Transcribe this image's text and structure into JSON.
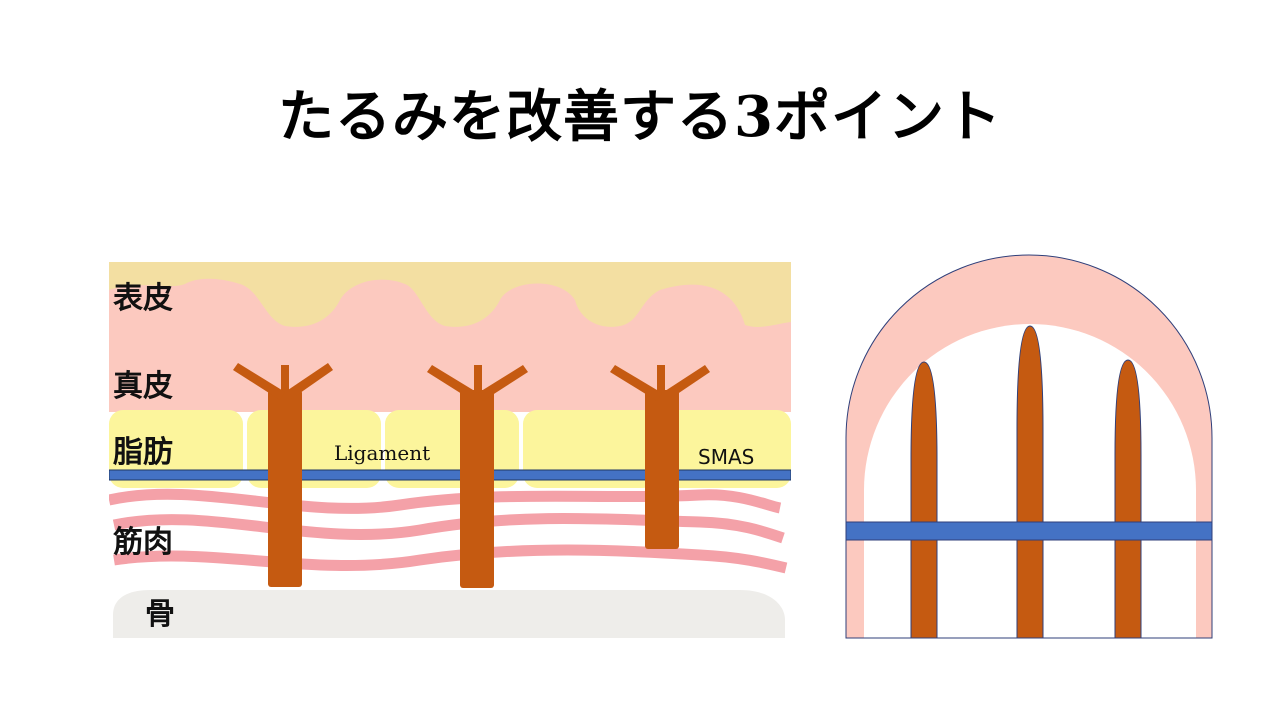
{
  "title": "たるみを改善する3ポイント",
  "layers": {
    "epidermis": "表皮",
    "dermis": "真皮",
    "fat": "脂肪",
    "muscle": "筋肉",
    "bone": "骨"
  },
  "labels": {
    "ligament": "Ligament",
    "smas": "SMAS"
  },
  "colors": {
    "epidermis": "#f3dfa2",
    "dermis": "#fcc9bf",
    "fat": "#fcf59c",
    "smas": "#4472c4",
    "ligament": "#c55a11",
    "muscle": "#f4a1a8",
    "bone": "#eeedea"
  }
}
